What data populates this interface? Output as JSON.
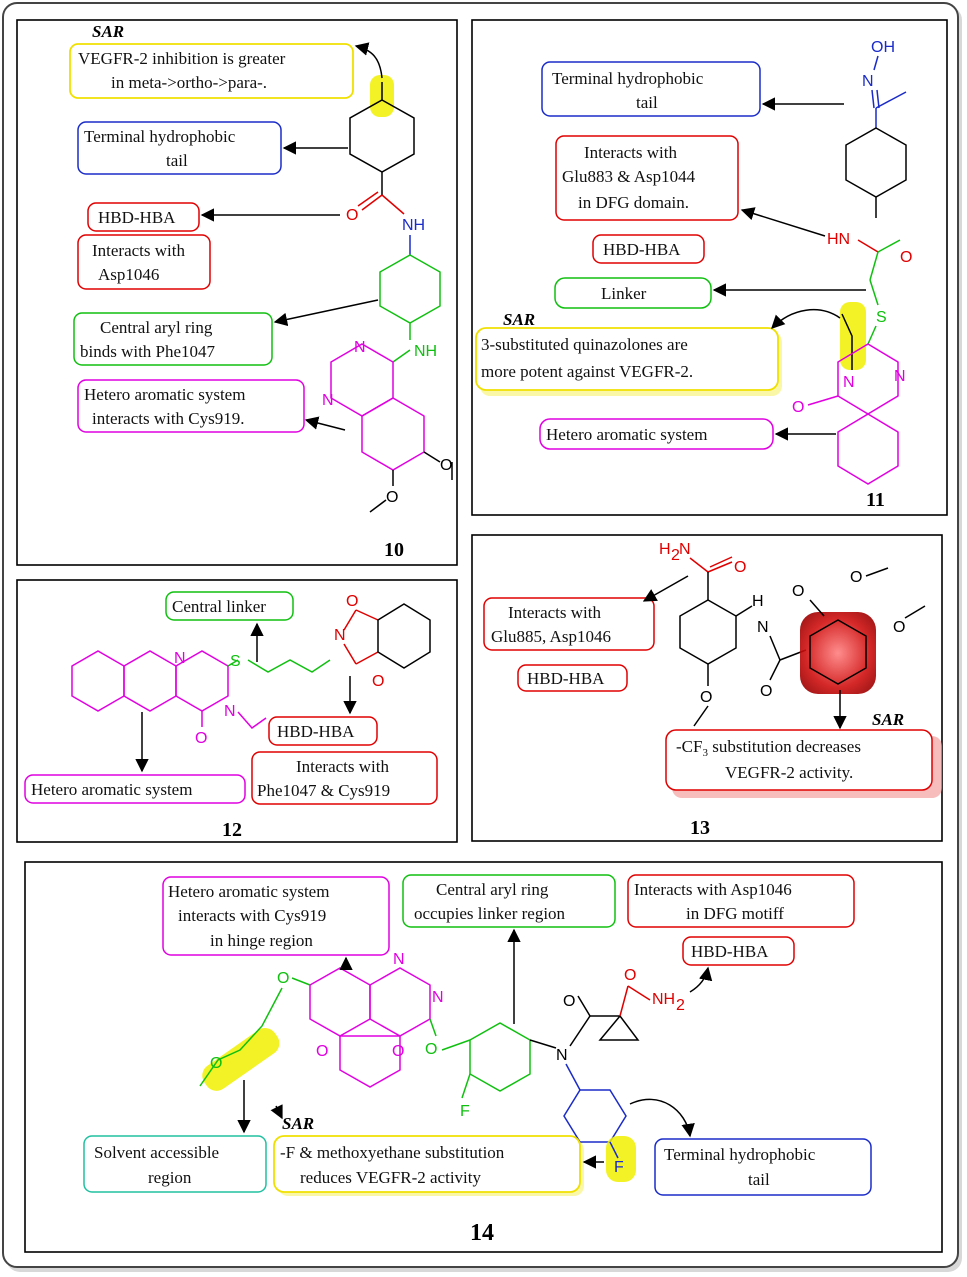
{
  "panels": {
    "p10": {
      "number": "10",
      "sar_tag": "SAR",
      "labels": {
        "sar_line1": "VEGFR-2 inhibition is greater",
        "sar_line2": "in meta->ortho->para-.",
        "tail_line1": "Terminal hydrophobic",
        "tail_line2": "tail",
        "hbd": "HBD-HBA",
        "asp_line1": "Interacts with",
        "asp_line2": "Asp1046",
        "central_line1": "Central aryl ring",
        "central_line2": "binds with Phe1047",
        "hetero_line1": "Hetero aromatic system",
        "hetero_line2": "interacts with Cys919."
      },
      "atoms": {
        "o": "O",
        "nh1": "NH",
        "nh2": "NH",
        "n1": "N",
        "n2": "N",
        "o2": "O",
        "o3": "O"
      }
    },
    "p11": {
      "number": "11",
      "sar_tag": "SAR",
      "labels": {
        "tail_line1": "Terminal hydrophobic",
        "tail_line2": "tail",
        "glu_line1": "Interacts with",
        "glu_line2": "Glu883 & Asp1044",
        "glu_line3": "in DFG domain.",
        "hbd": "HBD-HBA",
        "linker": "Linker",
        "sar_line1": "3-substituted quinazolones are",
        "sar_line2": "more potent against VEGFR-2.",
        "hetero": "Hetero aromatic system"
      },
      "atoms": {
        "oh": "OH",
        "n_ox": "N",
        "hn": "HN",
        "o": "O",
        "s": "S",
        "n1": "N",
        "n2": "N",
        "o2": "O"
      }
    },
    "p12": {
      "number": "12",
      "labels": {
        "linker": "Central linker",
        "hbd": "HBD-HBA",
        "phe_line1": "Interacts with",
        "phe_line2": "Phe1047 & Cys919",
        "hetero": "Hetero aromatic system"
      },
      "atoms": {
        "n1": "N",
        "n2": "N",
        "s": "S",
        "n3": "N",
        "o1": "O",
        "o2": "O",
        "o3": "O"
      }
    },
    "p13": {
      "number": "13",
      "sar_tag": "SAR",
      "labels": {
        "glu_line1": "Interacts with",
        "glu_line2": "Glu885, Asp1046",
        "hbd": "HBD-HBA",
        "sar_line1": "-CF",
        "sar_sub": "3",
        "sar_line1b": " substitution decreases",
        "sar_line2": "VEGFR-2 activity."
      },
      "atoms": {
        "h2n": "H",
        "h2n_sub": "2",
        "h2n_n": "N",
        "o1": "O",
        "h": "H",
        "nh": "N",
        "o2": "O",
        "o3": "O",
        "o4": "O",
        "o5": "O",
        "o6": "O"
      }
    },
    "p14": {
      "number": "14",
      "sar_tag": "SAR",
      "labels": {
        "hetero_line1": "Hetero aromatic system",
        "hetero_line2": "interacts with Cys919",
        "hetero_line3": "in hinge region",
        "central_line1": "Central aryl ring",
        "central_line2": "occupies linker region",
        "asp_line1": "Interacts with Asp1046",
        "asp_line2": "in DFG motiff",
        "hbd": "HBD-HBA",
        "solvent_line1": "Solvent accessible",
        "solvent_line2": "region",
        "sar_line1": "-F & methoxyethane substitution",
        "sar_line2": "reduces VEGFR-2 activity",
        "tail_line1": "Terminal hydrophobic",
        "tail_line2": "tail"
      },
      "atoms": {
        "n1": "N",
        "n2": "N",
        "o1": "O",
        "o2": "O",
        "o3": "O",
        "o4": "O",
        "o5": "O",
        "o6": "O",
        "f1": "F",
        "f2": "F",
        "n3": "N",
        "nh2": "NH",
        "nh2_sub": "2"
      }
    }
  },
  "colors": {
    "red": "#e00000",
    "blue": "#1a2bc8",
    "green": "#10c010",
    "magenta": "#e000e0",
    "yellow": "#f0e000",
    "teal": "#20c0a0"
  }
}
